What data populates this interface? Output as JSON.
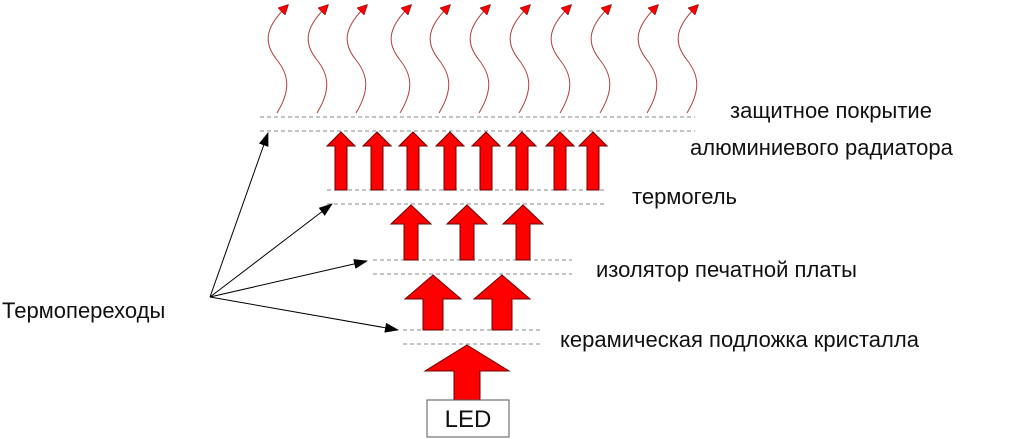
{
  "layers": {
    "coating_line1": "защитное покрытие",
    "coating_line2": "алюминиевого радиатора",
    "thermogel": "термогель",
    "pcb_insulator": "изолятор печатной платы",
    "ceramic_substrate": "керамическая подложка кристалла"
  },
  "thermal_junctions_label": "Термопереходы",
  "led_label": "LED",
  "colors": {
    "arrow_fill": "#ff0000",
    "arrow_stroke": "#6a0000",
    "heat_wave": "#b04040",
    "dash": "#888888"
  }
}
